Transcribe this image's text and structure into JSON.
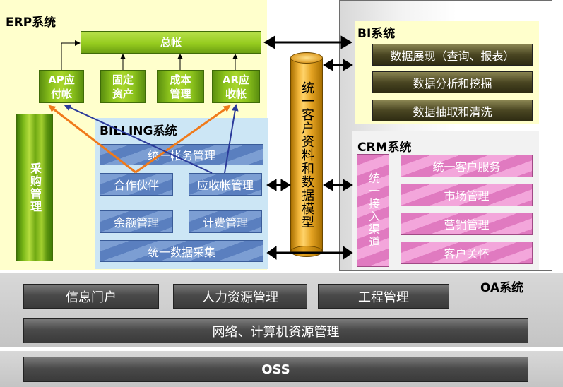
{
  "erp": {
    "title": "ERP系统",
    "ledger": "总帐",
    "ap": "AP应付帐",
    "fixed_assets": "固定资产",
    "cost": "成本管理",
    "ar": "AR应收帐",
    "purchase": "采购管理"
  },
  "billing": {
    "title": "BILLING系统",
    "unified_account": "统一帐务管理",
    "partner": "合作伙伴",
    "receivable": "应收帐管理",
    "balance": "余额管理",
    "charging": "计费管理",
    "data_collection": "统一数据采集"
  },
  "center": {
    "model": "统一客户资料和数据模型"
  },
  "bi": {
    "title": "BI系统",
    "presentation": "数据展现（查询、报表）",
    "analysis": "数据分析和挖掘",
    "extraction": "数据抽取和清洗"
  },
  "crm": {
    "title": "CRM系统",
    "channel": "统一接入渠道",
    "service": "统一客户服务",
    "market": "市场管理",
    "marketing": "营销管理",
    "care": "客户关怀"
  },
  "oa": {
    "title": "OA系统",
    "portal": "信息门户",
    "hr": "人力资源管理",
    "project": "工程管理",
    "network": "网络、计算机资源管理"
  },
  "oss": {
    "title": "OSS"
  },
  "colors": {
    "erp_bg": "#ffffcc",
    "billing_bg": "#cce6f5",
    "green": "#8bc21c",
    "blue": "#5a7fbf",
    "pink": "#e07ac0",
    "gold": "#f2b63a",
    "orange_arrow": "#f07a1a",
    "navy_arrow": "#2b3a9a"
  }
}
